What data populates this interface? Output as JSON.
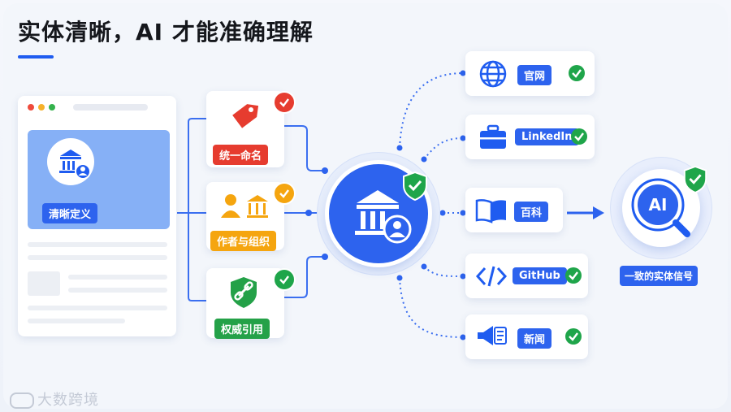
{
  "title": "实体清晰，AI 才能准确理解",
  "entity": {
    "label": "清晰定义"
  },
  "attributes": [
    {
      "label": "统一命名",
      "color": "#e63c2f",
      "icon": "tag-icon"
    },
    {
      "label": "作者与组织",
      "color": "#f5a50f",
      "icon": "author-org-icon"
    },
    {
      "label": "权威引用",
      "color": "#24a148",
      "icon": "shield-link-icon"
    }
  ],
  "sources": [
    {
      "label": "官网",
      "icon": "globe-icon"
    },
    {
      "label": "LinkedIn",
      "icon": "briefcase-icon"
    },
    {
      "label": "百科",
      "icon": "book-icon"
    },
    {
      "label": "GitHub",
      "icon": "code-icon"
    },
    {
      "label": "新闻",
      "icon": "megaphone-icon"
    }
  ],
  "ai": {
    "badge": "AI",
    "label": "一致的实体信号"
  },
  "watermark": "大数跨境",
  "colors": {
    "primary": "#1f5cf0",
    "check_green": "#1fa54a",
    "check_red": "#e63c2f",
    "check_orange": "#f5a50f"
  }
}
